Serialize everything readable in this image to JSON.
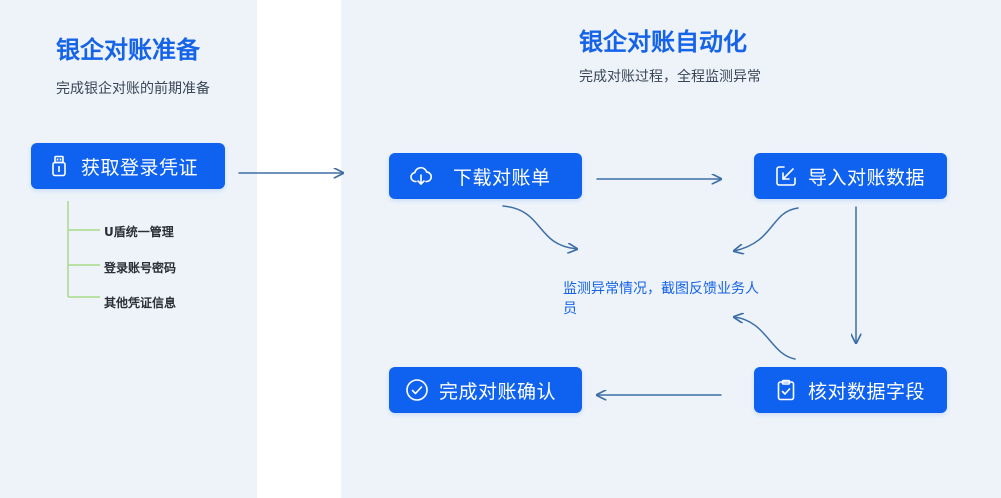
{
  "left": {
    "title": "银企对账准备",
    "subtitle": "完成银企对账的前期准备",
    "button": {
      "label": "获取登录凭证",
      "icon": "usb-key-icon"
    },
    "items": [
      "U盾统一管理",
      "登录账号密码",
      "其他凭证信息"
    ]
  },
  "right": {
    "title": "银企对账自动化",
    "subtitle": "完成对账过程，全程监测异常",
    "steps": [
      {
        "label": "下载对账单",
        "icon": "cloud-download-icon"
      },
      {
        "label": "导入对账数据",
        "icon": "import-icon"
      },
      {
        "label": "核对数据字段",
        "icon": "clipboard-check-icon"
      },
      {
        "label": "完成对账确认",
        "icon": "check-circle-icon"
      }
    ],
    "monitor_text": "监测异常情况，截图反馈业务人员"
  },
  "colors": {
    "primary": "#0f62f0",
    "title": "#1563e8",
    "panel_bg": "#eef3f9",
    "arrow": "#3d6fa6",
    "tree_line": "#a9d98a"
  }
}
